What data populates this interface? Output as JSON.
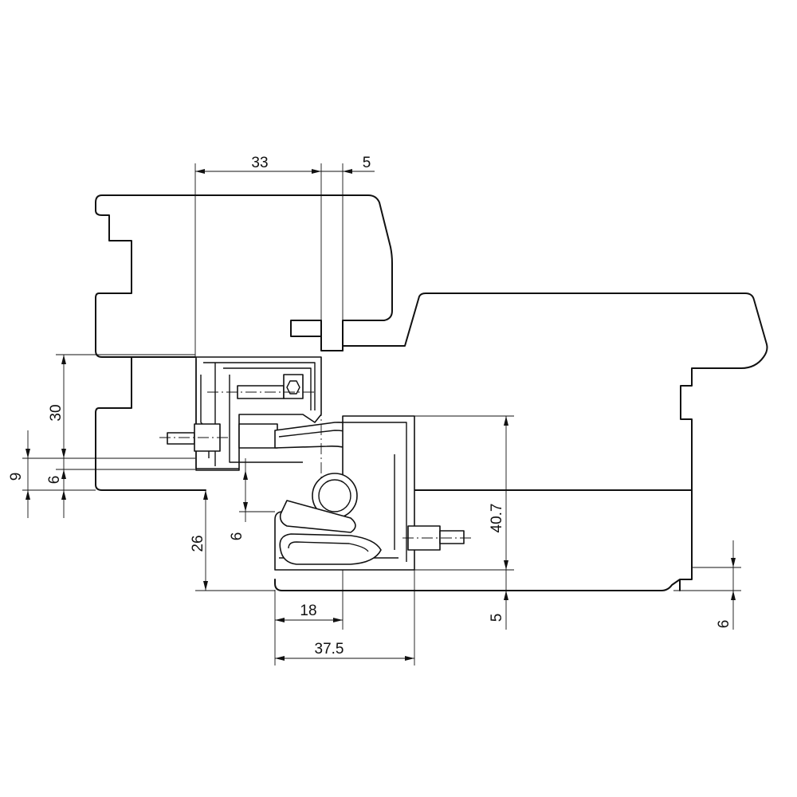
{
  "dimensions": {
    "top_width_frame": "33",
    "top_gap": "5",
    "left_height_30": "30",
    "left_small_9": "9",
    "left_small_6": "6",
    "left_height_26": "26",
    "left_inner_6": "6",
    "bottom_width_18": "18",
    "bottom_width_37_5": "37.5",
    "right_height_40_7": "40.7",
    "right_bottom_5": "5",
    "far_right_6": "6"
  }
}
